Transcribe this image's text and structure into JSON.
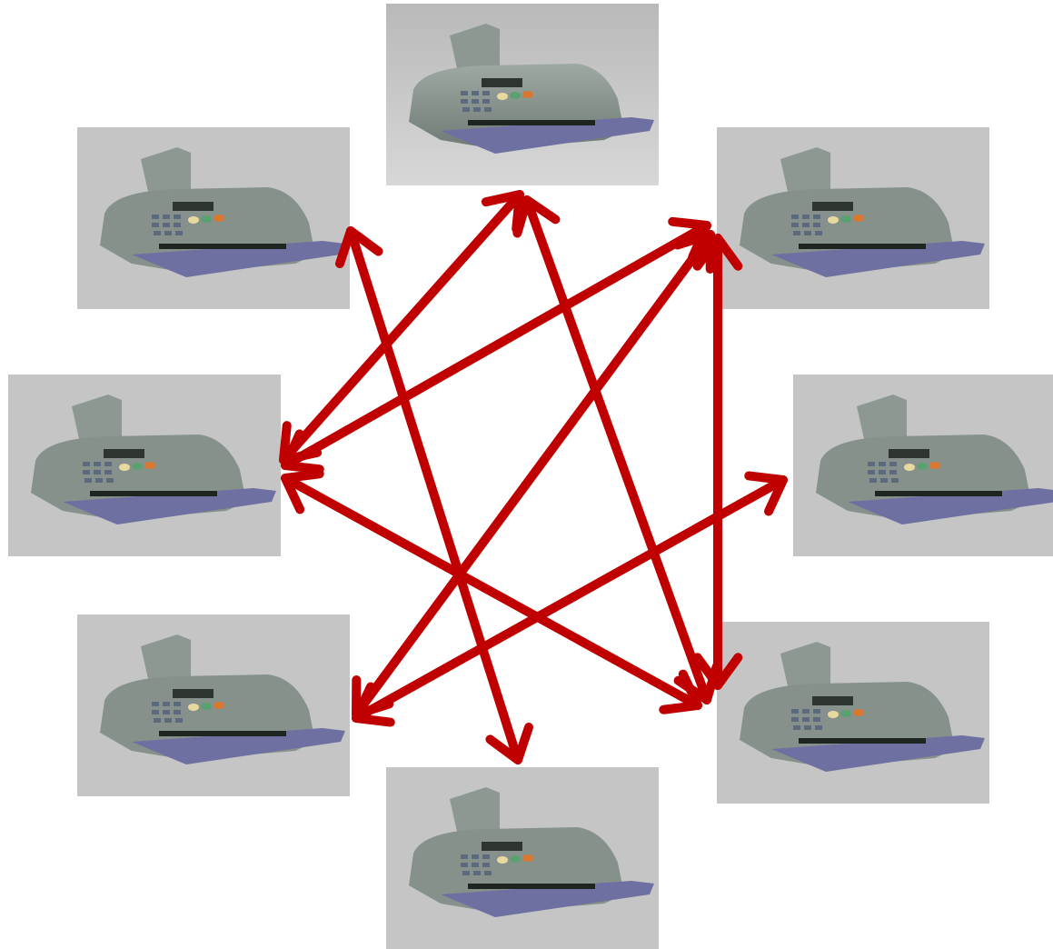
{
  "diagram": {
    "node_icon": "fax-machine-icon",
    "node_count": 8,
    "arrow_color": "#c00000",
    "nodes": [
      {
        "id": "n1",
        "position": "top"
      },
      {
        "id": "n2",
        "position": "upper-right"
      },
      {
        "id": "n3",
        "position": "right"
      },
      {
        "id": "n4",
        "position": "lower-right"
      },
      {
        "id": "n5",
        "position": "bottom"
      },
      {
        "id": "n6",
        "position": "lower-left"
      },
      {
        "id": "n7",
        "position": "left"
      },
      {
        "id": "n8",
        "position": "upper-left"
      }
    ],
    "connections": [
      {
        "from": "n8",
        "to": "n5",
        "arrowheads": "both"
      },
      {
        "from": "n1",
        "to": "n7",
        "arrowheads": "both"
      },
      {
        "from": "n1",
        "to": "n4",
        "arrowheads": "both"
      },
      {
        "from": "n2",
        "to": "n7",
        "arrowheads": "both"
      },
      {
        "from": "n2",
        "to": "n6",
        "arrowheads": "both"
      },
      {
        "from": "n2",
        "to": "n4",
        "arrowheads": "both"
      },
      {
        "from": "n7",
        "to": "n4",
        "arrowheads": "both"
      },
      {
        "from": "n3",
        "to": "n6",
        "arrowheads": "both"
      }
    ]
  }
}
